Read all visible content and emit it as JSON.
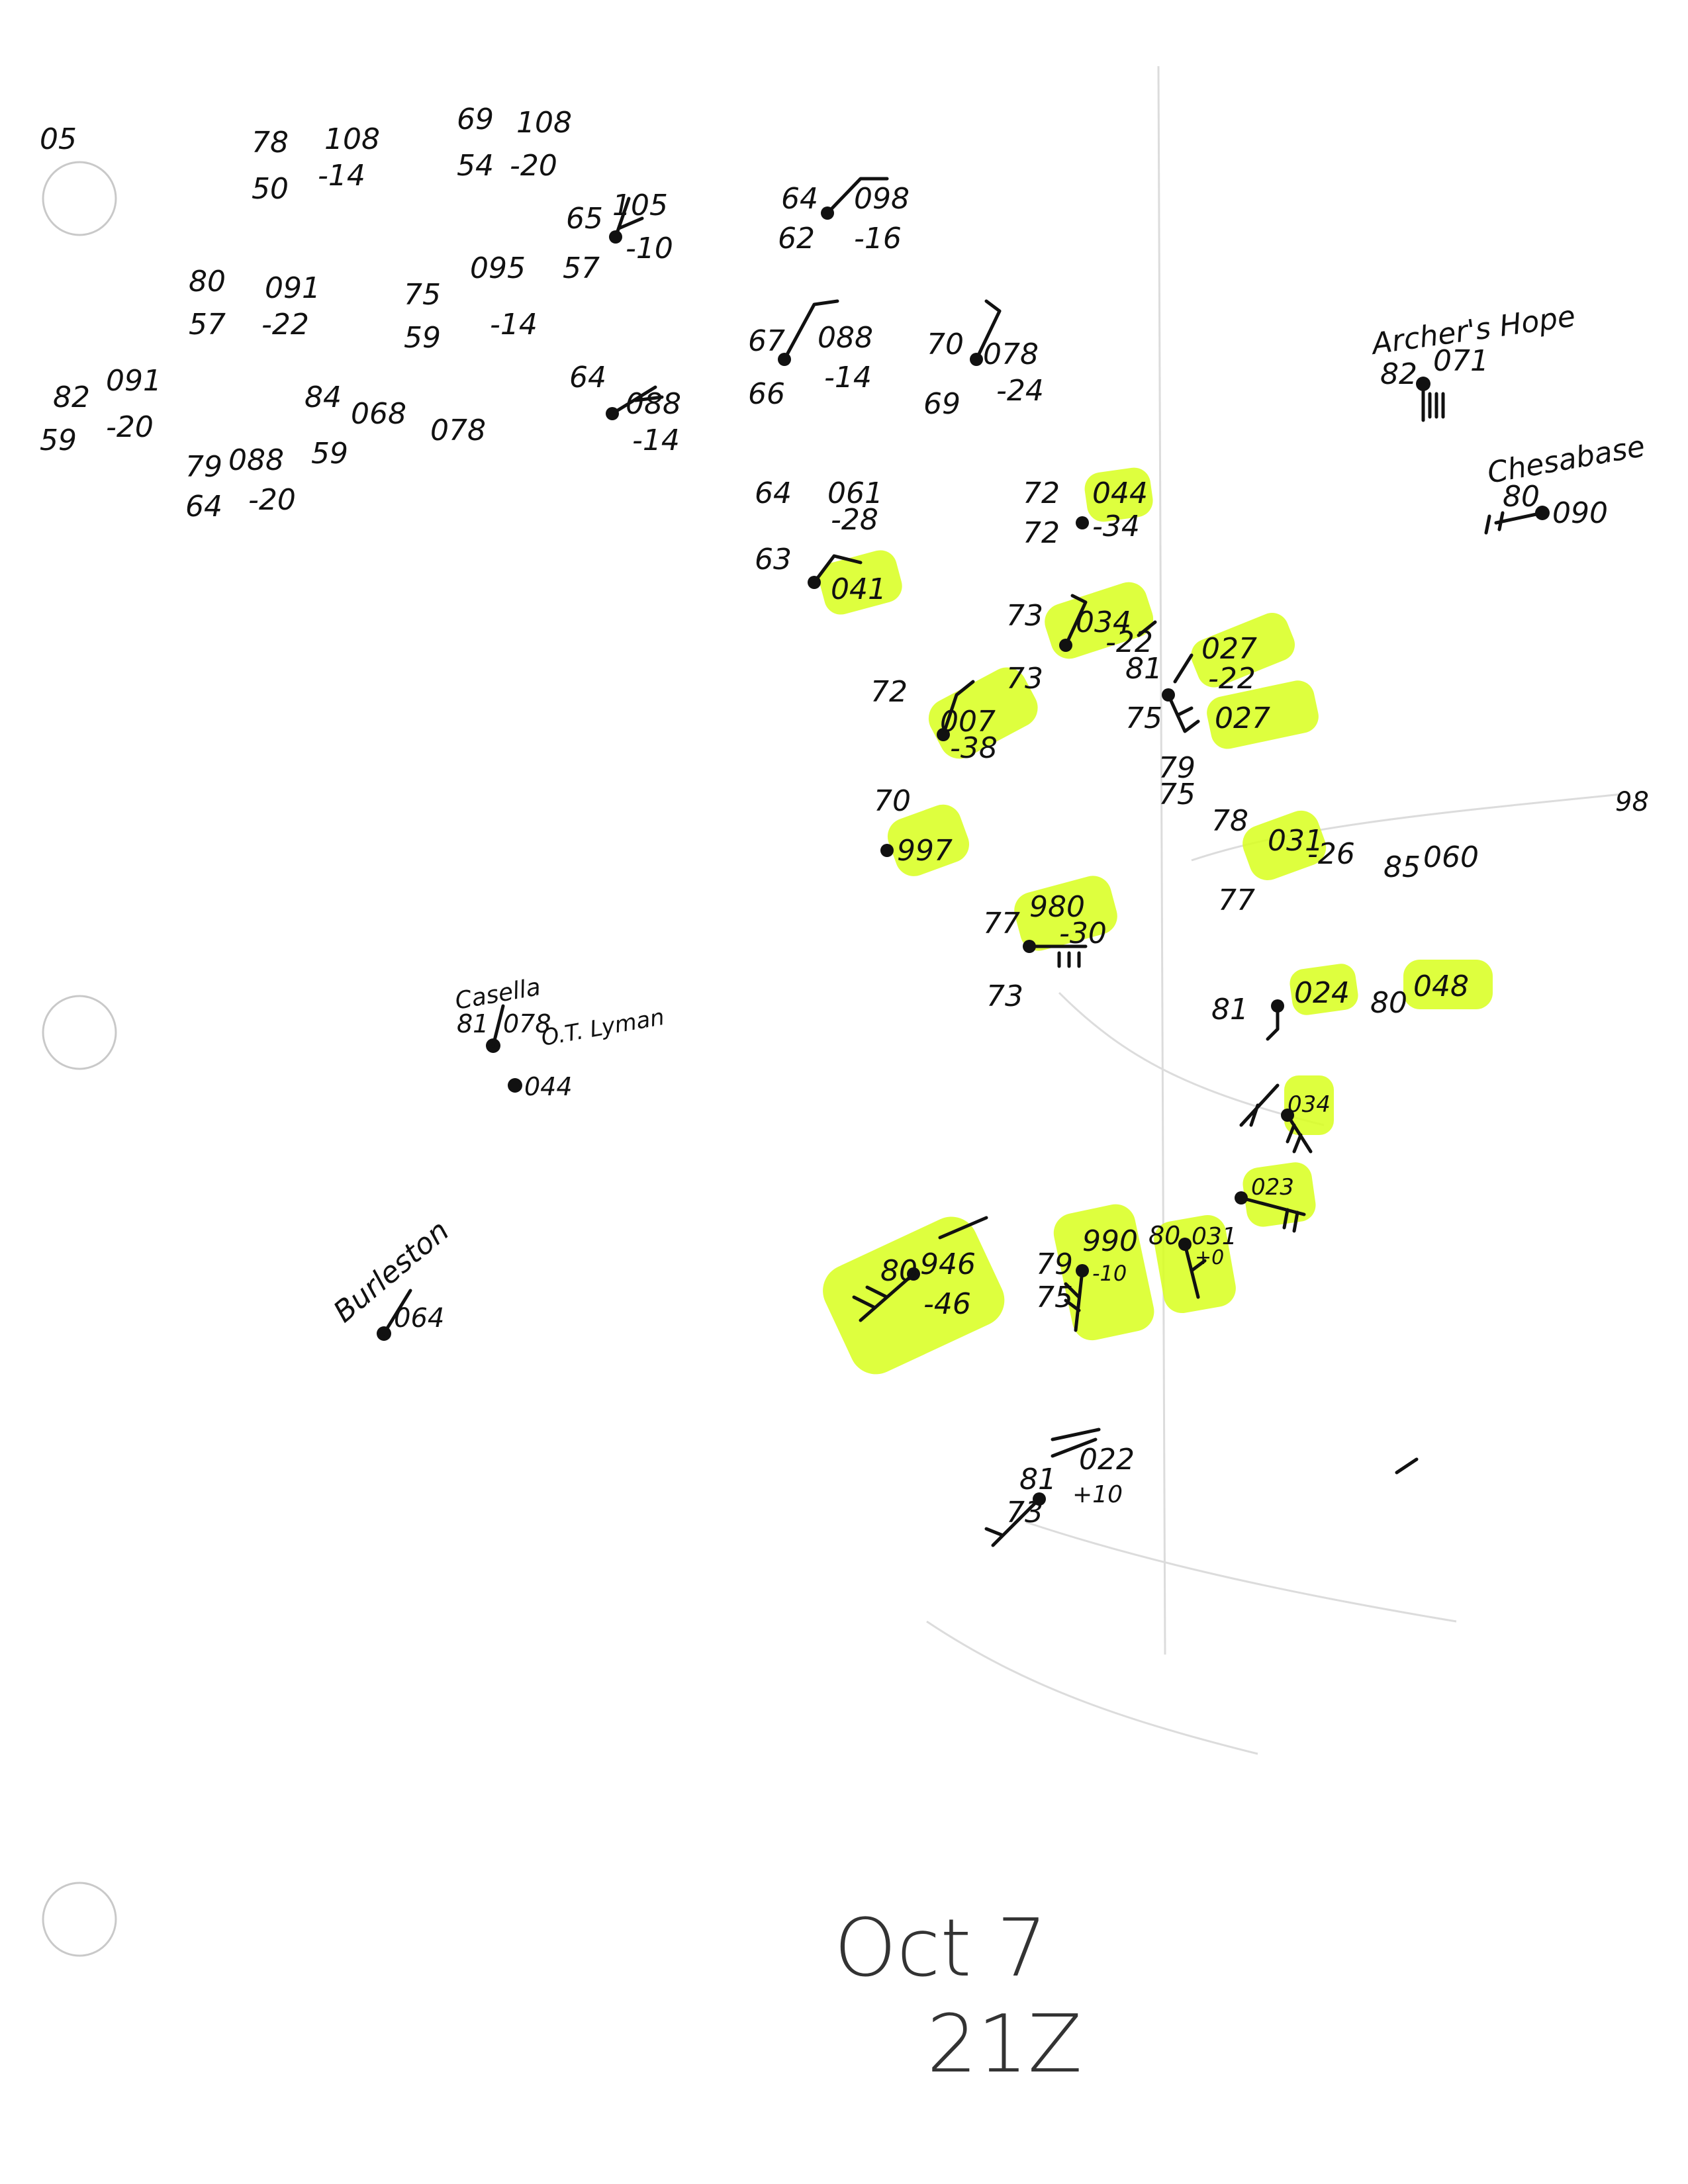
{
  "page": {
    "date_line1": "Oct 7",
    "date_line2": "21Z"
  },
  "colors": {
    "ink": "#111111",
    "highlight": "#d8ff1c",
    "paper": "#ffffff",
    "faint_map": "#dcdcdc"
  },
  "station_names": {
    "archer_hope": "Archer's Hope",
    "chesabase": "Chesabase",
    "casella": "Casella",
    "lyman": "O.T. Lyman",
    "burleston": "Burleston"
  },
  "stations": [
    {
      "id": "s01",
      "temp": "05",
      "dew": "",
      "pressure": "",
      "tendency": "",
      "highlighted": false
    },
    {
      "id": "s02",
      "temp": "78",
      "dew": "50",
      "pressure": "108",
      "tendency": "-14",
      "highlighted": false
    },
    {
      "id": "s03",
      "temp": "69",
      "dew": "54",
      "pressure": "108",
      "tendency": "-20",
      "highlighted": false
    },
    {
      "id": "s04",
      "temp": "65",
      "dew": "57",
      "pressure": "105",
      "tendency": "-10",
      "highlighted": false
    },
    {
      "id": "s05",
      "temp": "64",
      "dew": "62",
      "pressure": "098",
      "tendency": "-16",
      "highlighted": false
    },
    {
      "id": "s06",
      "temp": "80",
      "dew": "57",
      "pressure": "091",
      "tendency": "-22",
      "highlighted": false
    },
    {
      "id": "s07",
      "temp": "75",
      "dew": "59",
      "pressure": "095",
      "tendency": "-14",
      "highlighted": false
    },
    {
      "id": "s08",
      "temp": "82",
      "dew": "59",
      "pressure": "091",
      "tendency": "-20",
      "highlighted": false
    },
    {
      "id": "s09",
      "temp": "79",
      "dew": "64",
      "pressure": "088",
      "tendency": "-20",
      "highlighted": false
    },
    {
      "id": "s10",
      "temp": "84",
      "dew": "59",
      "pressure": "068",
      "tendency": "",
      "highlighted": false
    },
    {
      "id": "s11",
      "temp": "",
      "dew": "",
      "pressure": "078",
      "tendency": "",
      "highlighted": false
    },
    {
      "id": "s12",
      "temp": "64",
      "dew": "",
      "pressure": "088",
      "tendency": "-14",
      "highlighted": false
    },
    {
      "id": "s13",
      "temp": "67",
      "dew": "66",
      "pressure": "088",
      "tendency": "-14",
      "highlighted": false
    },
    {
      "id": "s14",
      "temp": "70",
      "dew": "69",
      "pressure": "078",
      "tendency": "-24",
      "highlighted": false
    },
    {
      "id": "s15",
      "temp": "82",
      "dew": "",
      "pressure": "071",
      "tendency": "",
      "highlighted": false
    },
    {
      "id": "s16",
      "temp": "80",
      "dew": "",
      "pressure": "090",
      "tendency": "",
      "highlighted": false
    },
    {
      "id": "s17",
      "temp": "64",
      "dew": "63",
      "pressure": "061",
      "tendency": "-28",
      "highlighted": false
    },
    {
      "id": "s18",
      "temp": "72",
      "dew": "72",
      "pressure": "044",
      "tendency": "-34",
      "highlighted": true
    },
    {
      "id": "s19",
      "temp": "",
      "dew": "",
      "pressure": "041",
      "tendency": "",
      "highlighted": true
    },
    {
      "id": "s20",
      "temp": "73",
      "dew": "73",
      "pressure": "034",
      "tendency": "-22",
      "highlighted": true
    },
    {
      "id": "s21",
      "temp": "81",
      "dew": "75",
      "pressure": "027",
      "tendency": "-22",
      "highlighted": true
    },
    {
      "id": "s22",
      "temp": "79",
      "dew": "75",
      "pressure": "027",
      "tendency": "",
      "highlighted": true
    },
    {
      "id": "s23",
      "temp": "72",
      "dew": "",
      "pressure": "007",
      "tendency": "-38",
      "highlighted": true
    },
    {
      "id": "s24",
      "temp": "70",
      "dew": "",
      "pressure": "997",
      "tendency": "",
      "highlighted": true
    },
    {
      "id": "s25",
      "temp": "78",
      "dew": "77",
      "pressure": "031",
      "tendency": "-26",
      "highlighted": true
    },
    {
      "id": "s26",
      "temp": "85",
      "dew": "",
      "pressure": "060",
      "tendency": "",
      "highlighted": false
    },
    {
      "id": "s27",
      "temp": "77",
      "dew": "73",
      "pressure": "980",
      "tendency": "-30",
      "highlighted": true
    },
    {
      "id": "s28",
      "temp": "81",
      "dew": "",
      "pressure": "024",
      "tendency": "",
      "highlighted": true
    },
    {
      "id": "s29",
      "temp": "80",
      "dew": "",
      "pressure": "048",
      "tendency": "",
      "highlighted": true
    },
    {
      "id": "s30",
      "temp": "",
      "dew": "",
      "pressure": "034",
      "tendency": "",
      "highlighted": true
    },
    {
      "id": "s31",
      "temp": "",
      "dew": "",
      "pressure": "023",
      "tendency": "",
      "highlighted": true
    },
    {
      "id": "s32",
      "temp": "81",
      "dew": "",
      "pressure": "078",
      "tendency": "",
      "highlighted": false
    },
    {
      "id": "s33",
      "temp": "",
      "dew": "",
      "pressure": "044",
      "tendency": "",
      "highlighted": false
    },
    {
      "id": "s34",
      "temp": "80",
      "dew": "",
      "pressure": "946",
      "tendency": "-46",
      "highlighted": true
    },
    {
      "id": "s35",
      "temp": "79",
      "dew": "75",
      "pressure": "990",
      "tendency": "-10",
      "highlighted": true
    },
    {
      "id": "s36",
      "temp": "80",
      "dew": "",
      "pressure": "031",
      "tendency": "+0",
      "highlighted": true
    },
    {
      "id": "s37",
      "temp": "",
      "dew": "",
      "pressure": "064",
      "tendency": "",
      "highlighted": false
    },
    {
      "id": "s38",
      "temp": "81",
      "dew": "73",
      "pressure": "022",
      "tendency": "+10",
      "highlighted": false
    },
    {
      "id": "s39",
      "temp": "98",
      "dew": "",
      "pressure": "",
      "tendency": "",
      "highlighted": false
    }
  ]
}
